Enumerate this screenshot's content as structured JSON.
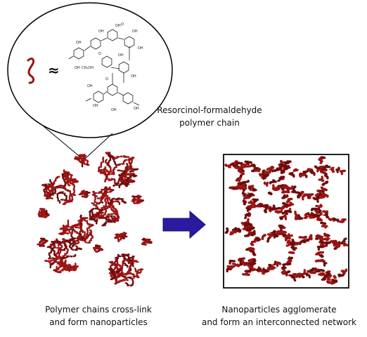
{
  "labels": {
    "polymer_chain": [
      "Resorcinol-formaldehyde",
      "polymer chain"
    ],
    "left_caption": [
      "Polymer chains cross-link",
      "and form nanoparticles"
    ],
    "right_caption": [
      "Nanoparticles agglomerate",
      "and form an interconnected network"
    ],
    "approx_symbol": "≈"
  },
  "molecule_text": {
    "oh": "OH",
    "o": "O",
    "ch2oh": "CH₂OH"
  },
  "colors": {
    "polymer": "#9b1414",
    "polymer_dark": "#6e0c0c",
    "arrow": "#2a1aa0",
    "ink": "#111111"
  },
  "icons": {
    "arrow": "right-arrow-icon",
    "chain": "polymer-chain-icon"
  }
}
